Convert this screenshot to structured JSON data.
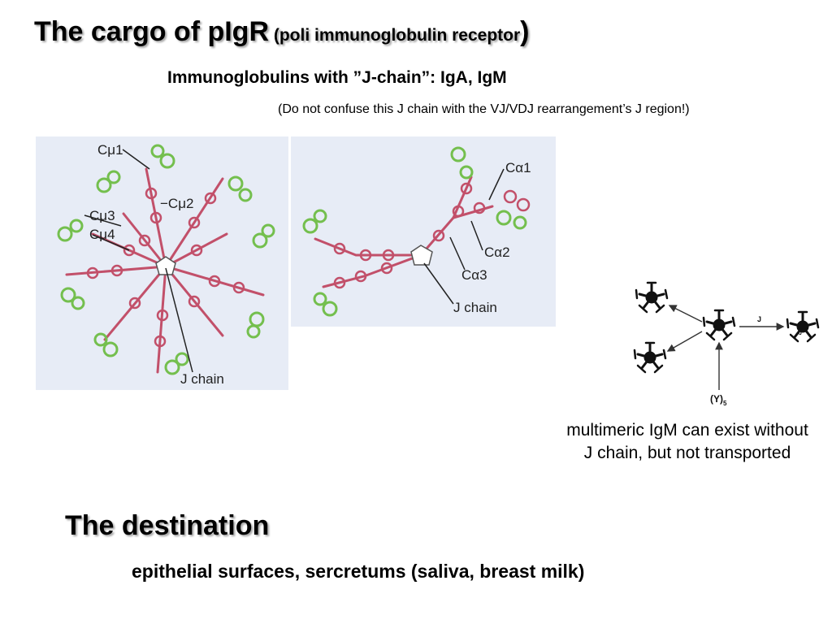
{
  "title": {
    "main": "The cargo of pIgR",
    "open_paren": " (",
    "sub": "poli immunoglobulin receptor",
    "close_paren": ")"
  },
  "subtitle": "Immunoglobulins with ”J-chain”: IgA, IgM",
  "note": "(Do not confuse this J chain with the VJ/VDJ rearrangement’s J region!)",
  "igm_figure": {
    "labels": [
      "Cμ1",
      "−Cμ2",
      "Cμ3",
      "Cμ4",
      "J chain"
    ]
  },
  "iga_figure": {
    "labels": [
      "Cα1",
      "Cα2",
      "Cα3",
      "J chain"
    ]
  },
  "assembly_figure": {
    "j_label": "J",
    "j_label_small": "J",
    "monomer_label": "(Y)",
    "monomer_subscript": "5"
  },
  "caption": "multimeric IgM can exist without J chain, but not transported",
  "destination": {
    "heading": "The destination",
    "text": "epithelial surfaces, sercretums (saliva, breast milk)"
  },
  "colors": {
    "heavy_chain": "#c2506a",
    "light_chain": "#74bf4e",
    "panel_bg": "#e7ecf6",
    "j_chain": "#ffffff"
  }
}
